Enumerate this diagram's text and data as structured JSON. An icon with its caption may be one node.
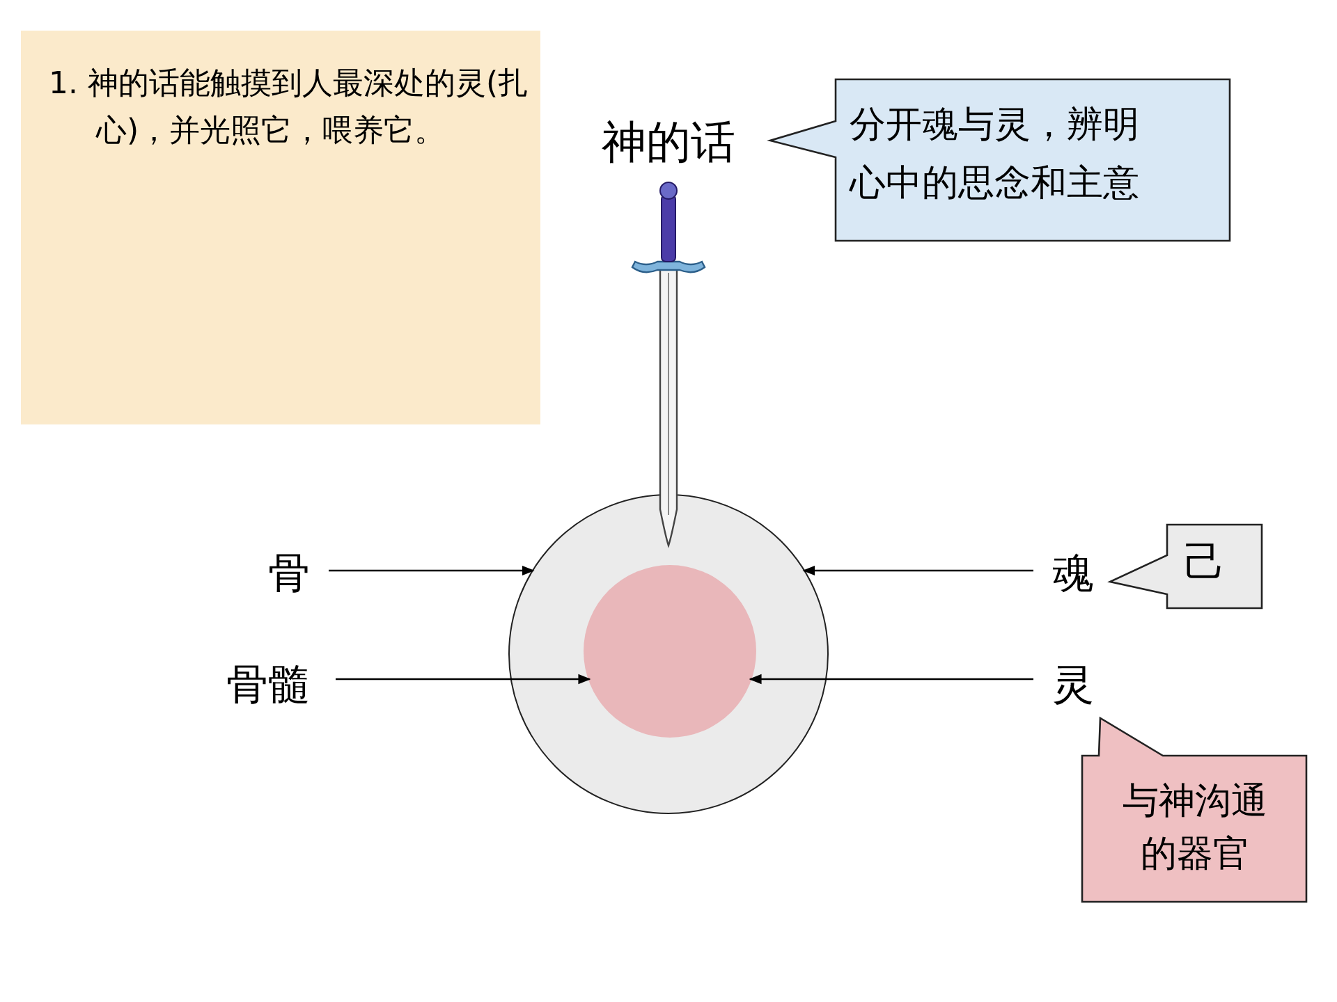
{
  "diagram": {
    "nodes": [
      {
        "text": [
          "1. 神的话能触摸到人最深处的灵(扎心)，并光照它，喂养它。"
        ]
      },
      {
        "text": [
          "神的话"
        ]
      },
      {
        "text": [
          "分开魂与灵，辨明心中的思念和主意"
        ]
      },
      {
        "text": [],
        "shape": "circle"
      },
      {
        "text": [],
        "shape": "circle",
        "in": 3
      },
      {
        "text": [
          "骨"
        ]
      },
      {
        "text": [
          "骨髓"
        ]
      },
      {
        "text": [
          "魂"
        ]
      },
      {
        "text": [
          "灵"
        ]
      },
      {
        "text": [
          "己"
        ]
      },
      {
        "text": [
          "与神沟通的器官"
        ]
      }
    ],
    "edges": [
      {
        "from": 5,
        "to": 3,
        "arrow": "to"
      },
      {
        "from": 6,
        "to": 4,
        "arrow": "to"
      },
      {
        "from": 7,
        "to": 3,
        "arrow": "to"
      },
      {
        "from": 8,
        "to": 4,
        "arrow": "to"
      }
    ]
  }
}
